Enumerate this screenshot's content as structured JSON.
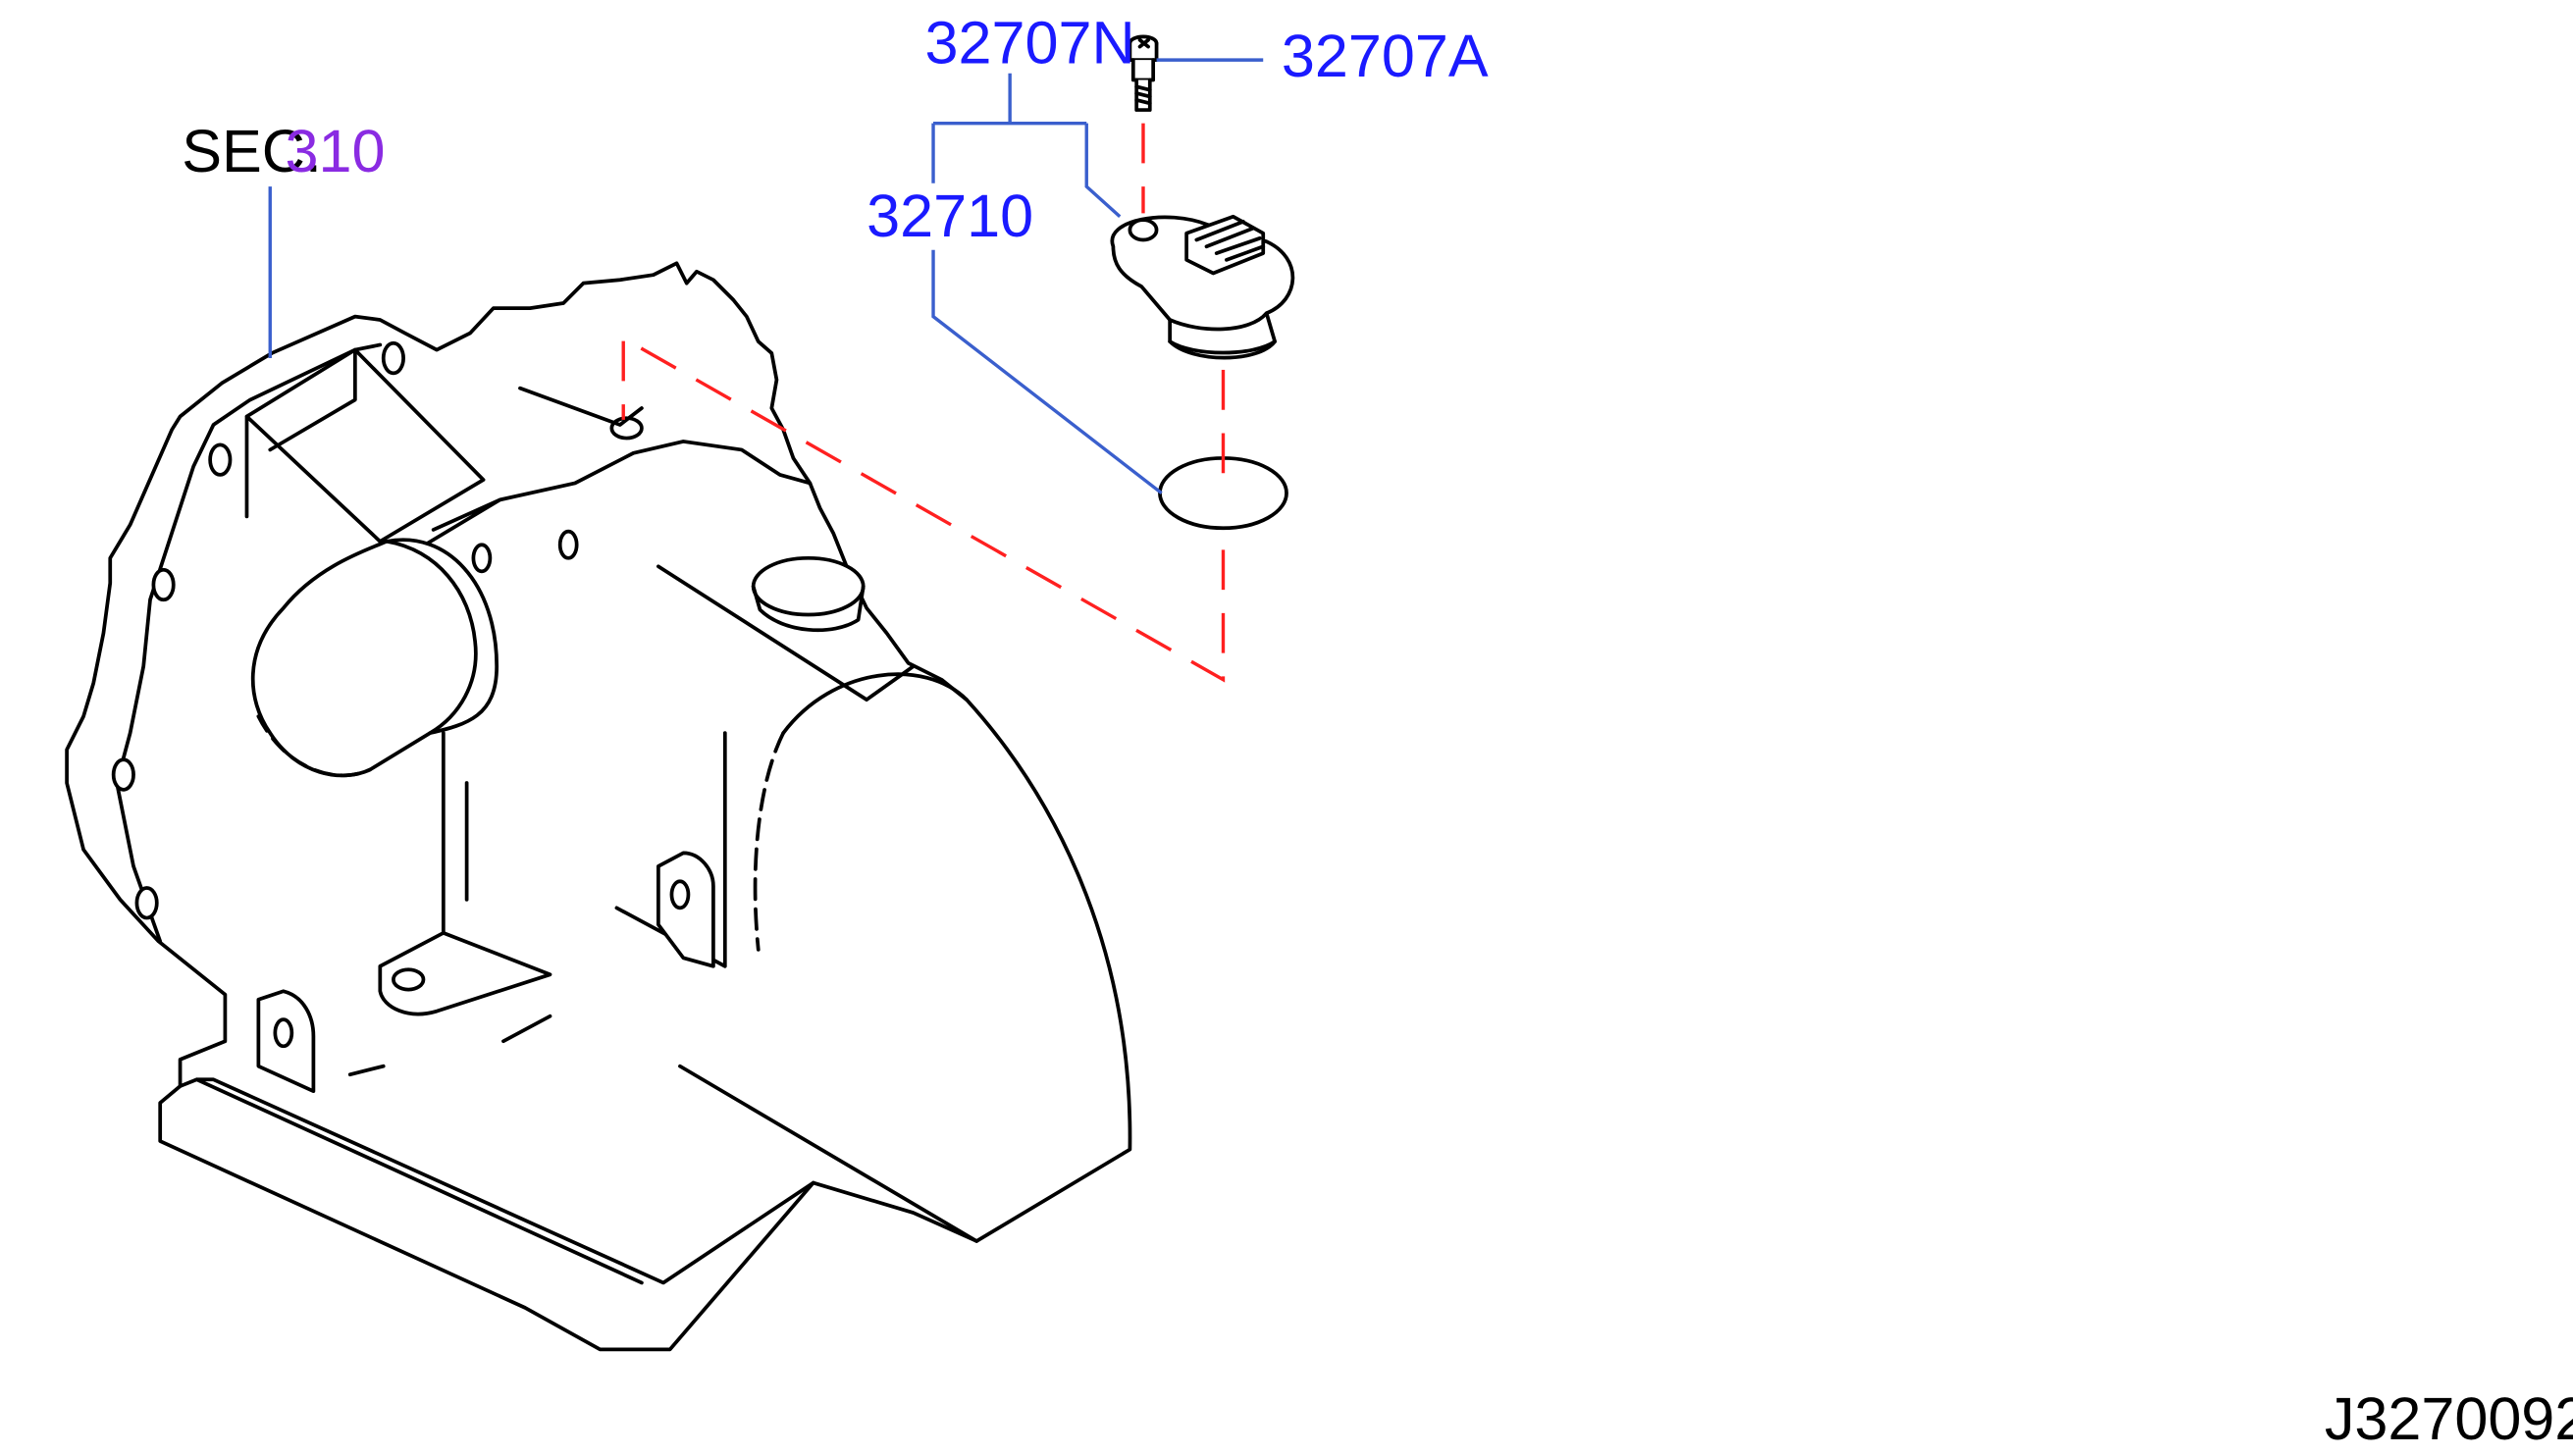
{
  "callouts": {
    "sec_prefix": "SEC.",
    "sec_number": "310",
    "part_32707N": "32707N",
    "part_32707A": "32707A",
    "part_32710": "32710"
  },
  "diagram_id": "J3270092",
  "colors": {
    "part_number_text": "#1a1aff",
    "section_number_text": "#8a2be2",
    "leader_line": "#3a5fcd",
    "dashed_line": "#ff2020",
    "outline": "#000000"
  }
}
